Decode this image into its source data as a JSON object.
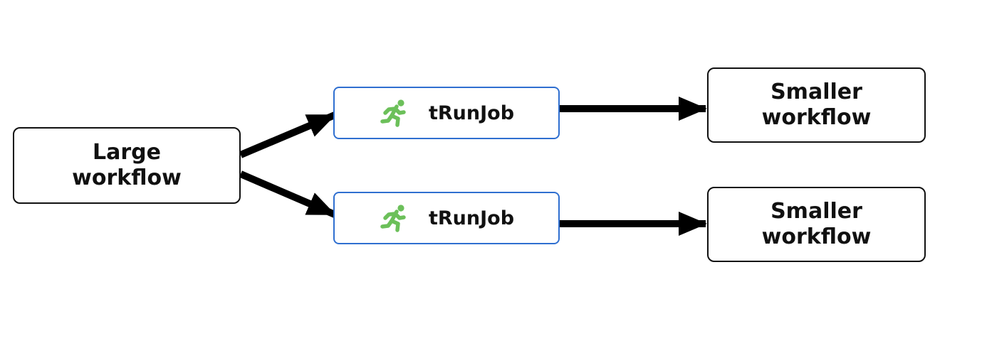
{
  "colors": {
    "stroke": "#000000",
    "job_border": "#2f6fd0",
    "runner_icon": "#6cc05a"
  },
  "nodes": {
    "large": {
      "lines": [
        "Large",
        "workflow"
      ]
    },
    "job_top": {
      "icon": "running-person-icon",
      "label": "tRunJob"
    },
    "job_bottom": {
      "icon": "running-person-icon",
      "label": "tRunJob"
    },
    "small_top": {
      "lines": [
        "Smaller",
        "workflow"
      ]
    },
    "small_bottom": {
      "lines": [
        "Smaller",
        "workflow"
      ]
    }
  }
}
